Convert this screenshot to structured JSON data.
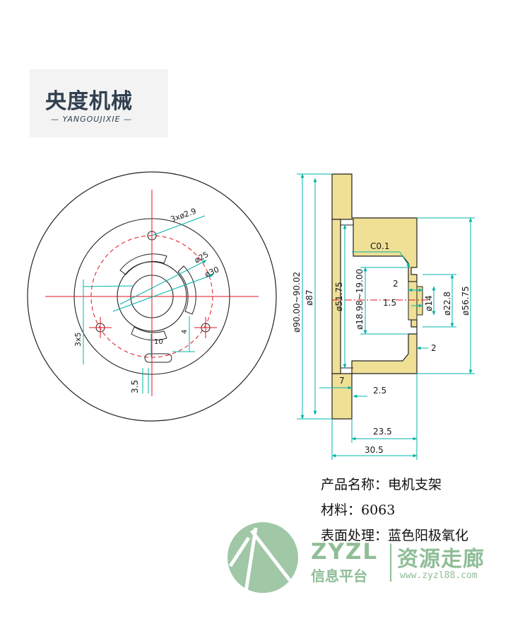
{
  "brand": {
    "name_cn": "央度机械",
    "name_en": "— YANGOUJIXIE —"
  },
  "front_view": {
    "dims": {
      "holes": "3xø2.9",
      "pcd": "ø25",
      "outer": "ø30",
      "left_tag": "3x5",
      "bottom_w": "3.5",
      "slot_a": "10",
      "slot_b": "4"
    }
  },
  "side_view": {
    "dims": {
      "d_outer": "ø90.00~90.02",
      "d87": "ø87",
      "d51": "ø51.75",
      "d18": "ø18.98~19.00",
      "d14": "ø14",
      "d22": "ø22.8",
      "d56": "ø56.75",
      "chamfer": "C0.1",
      "chamfer_tag": "",
      "v2a": "2",
      "v15": "1.5",
      "v2b": "2",
      "v7": "7",
      "v25": "2.5",
      "v235": "23.5",
      "v305": "30.5"
    }
  },
  "info": {
    "product": "产品名称：电机支架",
    "material": "材料：6063",
    "surface": "表面处理：蓝色阳极氧化"
  },
  "watermark": {
    "zyzl": "ZYZL",
    "subtitle": "信息平台",
    "name": "资源走廊",
    "url": "www.zyzl88.com"
  },
  "colors": {
    "outline": "#222222",
    "dimension": "#00b4a8",
    "center": "#e0141e",
    "body": "#efe096",
    "dim_text": "#1a1a1a"
  }
}
